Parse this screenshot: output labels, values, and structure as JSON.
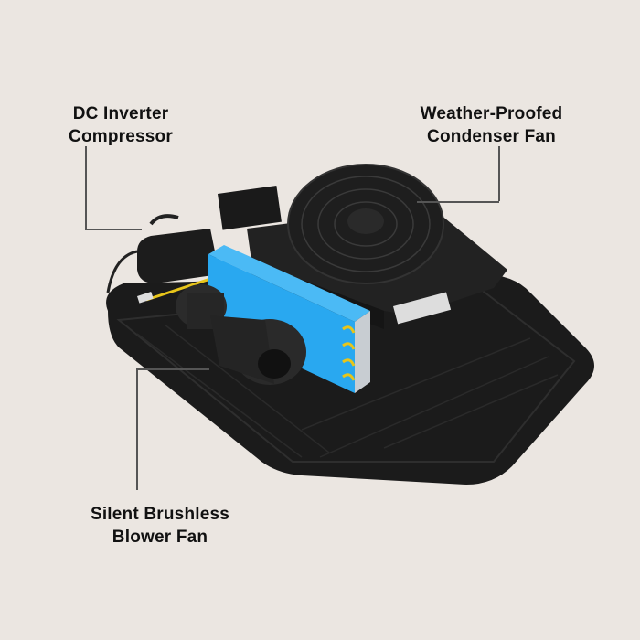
{
  "background_color": "#ebe6e1",
  "labels": {
    "compressor": {
      "line1": "DC Inverter",
      "line2": "Compressor"
    },
    "condenser_fan": {
      "line1": "Weather-Proofed",
      "line2": "Condenser Fan"
    },
    "blower_fan": {
      "line1": "Silent Brushless",
      "line2": "Blower Fan"
    }
  },
  "colors": {
    "evaporator": "#29a8f0",
    "coil": "#e8c51a",
    "housing": "#1a1a1a",
    "leader_line": "#555555"
  }
}
